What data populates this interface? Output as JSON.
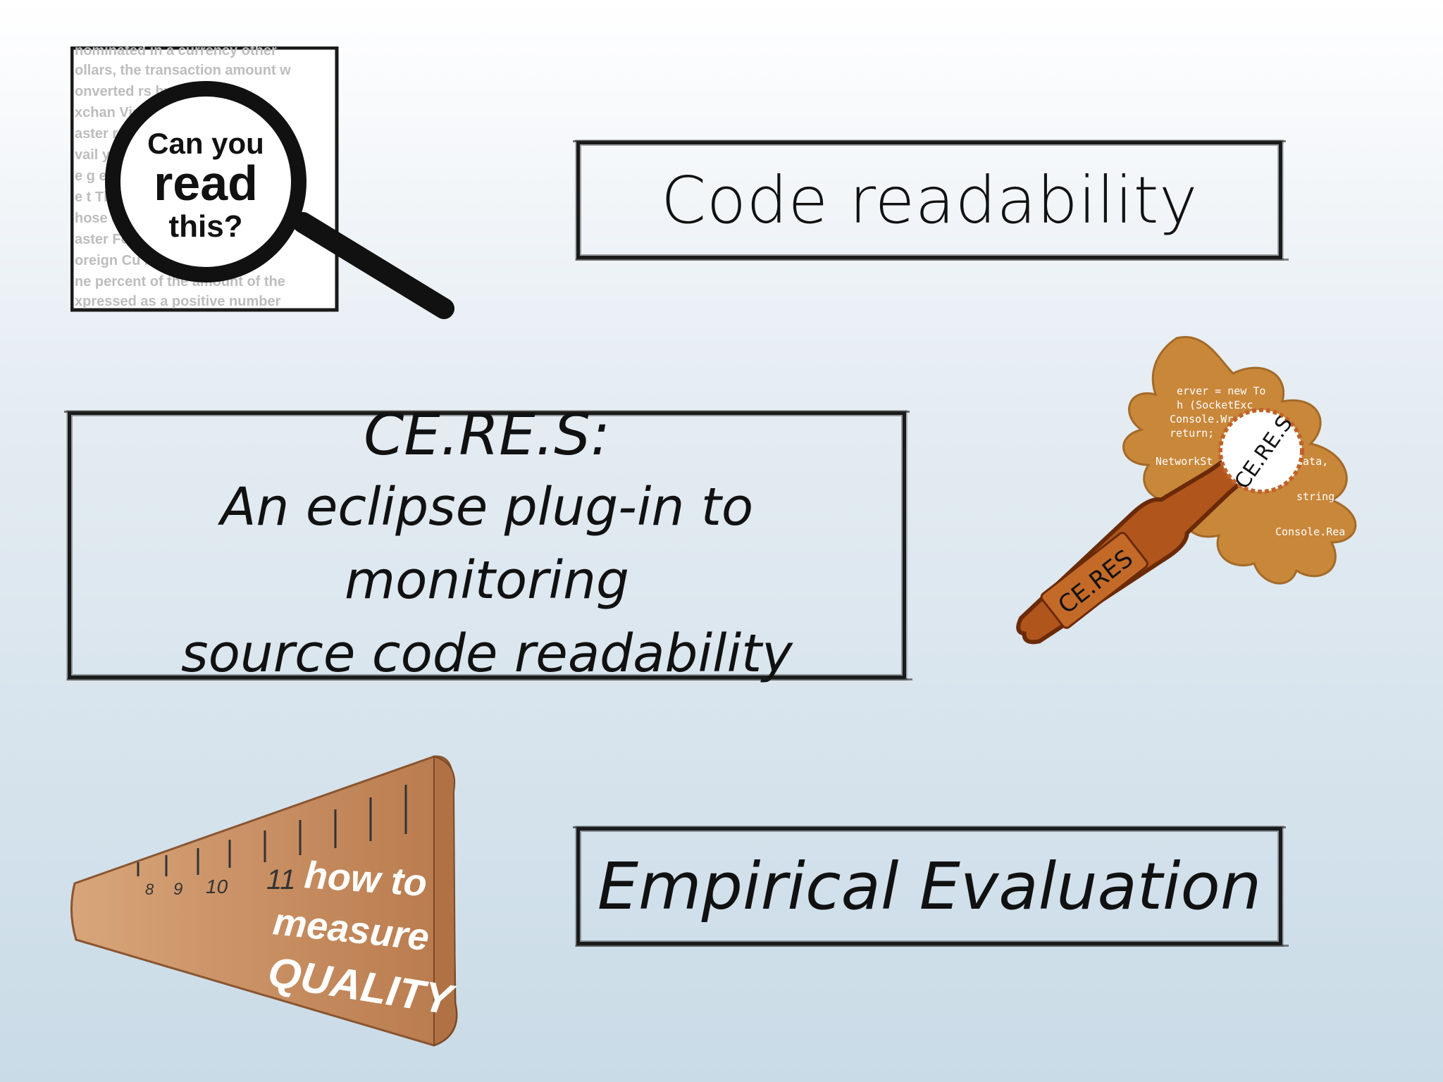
{
  "slide": {
    "box_top": "Code readability",
    "box_middle": {
      "line1": "CE.RE.S:",
      "line2": "An eclipse plug-in to monitoring",
      "line3": "source code readability"
    },
    "box_bottom": "Empirical Evaluation"
  },
  "magnifier_image": {
    "line1": "Can you",
    "line2": "read",
    "line3": "this?",
    "background_text": [
      "nominated in a currency other",
      "ollars, the transaction amount w",
      "onverted    rs by app",
      "xchan          Visa o",
      "aster              rang",
      "vail               y ma",
      "e g                e c",
      "e t                The",
      "hose               e Vi",
      "aster              Fo",
      "oreign Cu    rsion Fe",
      "ne percent of the amount of the",
      "xpressed as a positive number"
    ]
  },
  "bottle_image": {
    "label": "CE.RES",
    "cap_label": "CE.RE.S",
    "code_fragments": [
      "erver = new To",
      "h (SocketExc",
      "Console.Wr",
      "return;",
      "NetworkSt",
      "data,",
      "string",
      "Console.Rea"
    ]
  },
  "ruler_image": {
    "numbers": [
      "8",
      "9",
      "10",
      "11"
    ],
    "line1": "how to",
    "line2": "measure",
    "line3": "QUALITY"
  },
  "colors": {
    "frame": "#1a1a1a",
    "bottle_brown": "#b0561c",
    "splash_orange": "#c9873a",
    "ruler_wood": "#c98d5e"
  }
}
